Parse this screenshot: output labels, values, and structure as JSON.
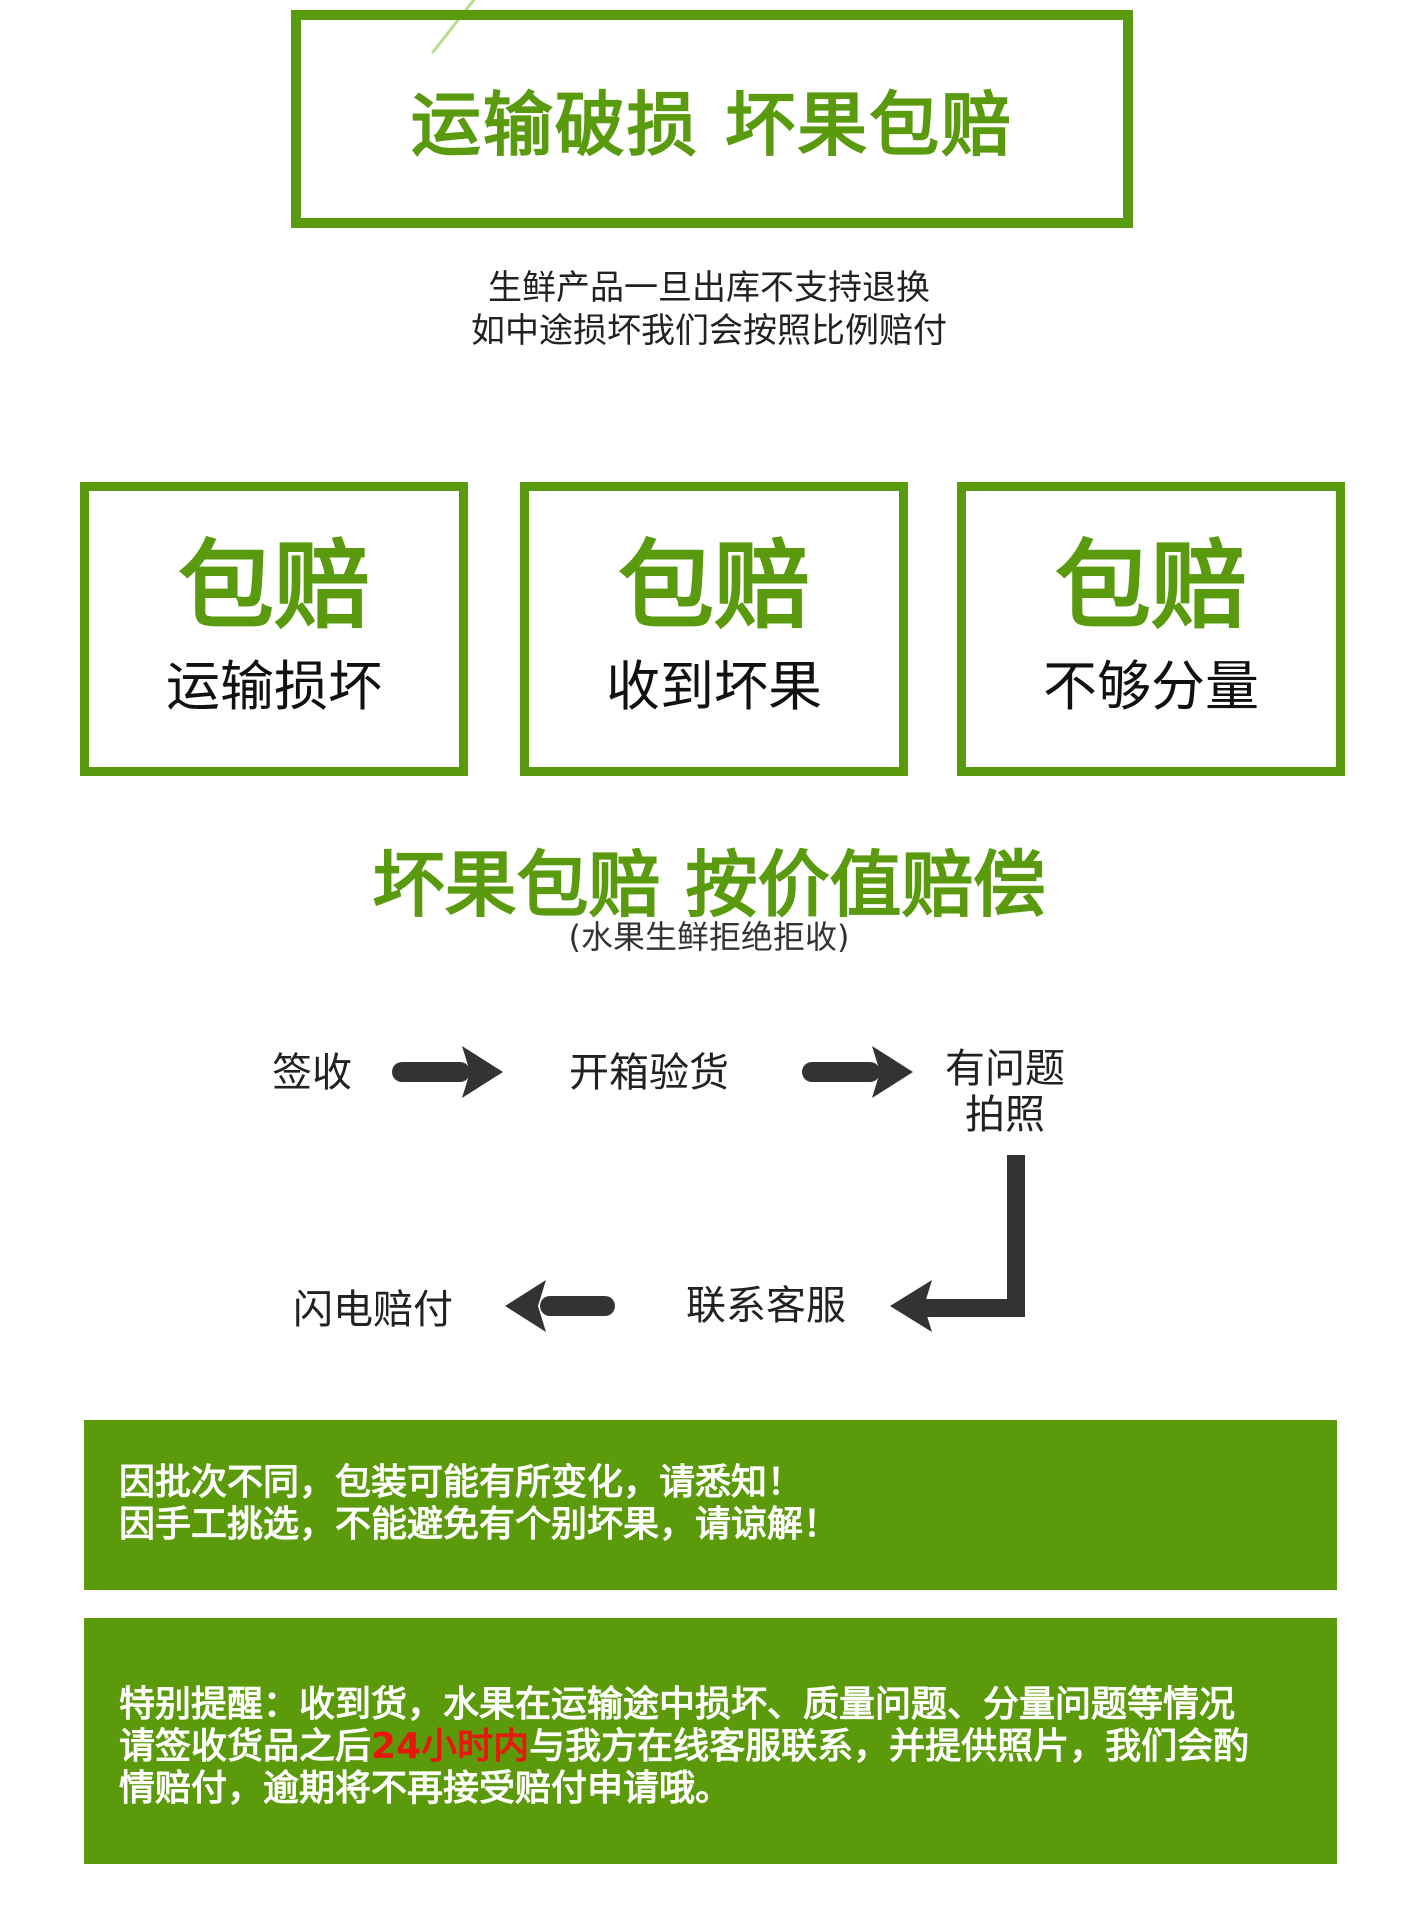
{
  "banner": {
    "title": "运输破损 坏果包赔"
  },
  "subtitle": {
    "line1": "生鲜产品一旦出库不支持退换",
    "line2": "如中途损坏我们会按照比例赔付"
  },
  "cards": [
    {
      "big": "包赔",
      "small": "运输损坏"
    },
    {
      "big": "包赔",
      "small": "收到坏果"
    },
    {
      "big": "包赔",
      "small": "不够分量"
    }
  ],
  "heading": {
    "title": "坏果包赔 按价值赔偿",
    "note": "(水果生鲜拒绝拒收)"
  },
  "flow": {
    "step1": "签收",
    "step2": "开箱验货",
    "step3_line1": "有问题",
    "step3_line2": "拍照",
    "step4": "联系客服",
    "step5": "闪电赔付"
  },
  "notice1": {
    "line1": "因批次不同，包装可能有所变化，请悉知！",
    "line2": "因手工挑选，不能避免有个别坏果，请谅解！"
  },
  "notice2": {
    "line1": "特别提醒：收到货，水果在运输途中损坏、质量问题、分量问题等情况",
    "line2_a": "请签收货品之后",
    "line2_highlight": "24小时内",
    "line2_b": "与我方在线客服联系，并提供照片，我们会酌",
    "line3": "情赔付，逾期将不再接受赔付申请哦。"
  },
  "colors": {
    "brand_green": "#5a9a0e",
    "highlight_red": "#e8170e"
  }
}
